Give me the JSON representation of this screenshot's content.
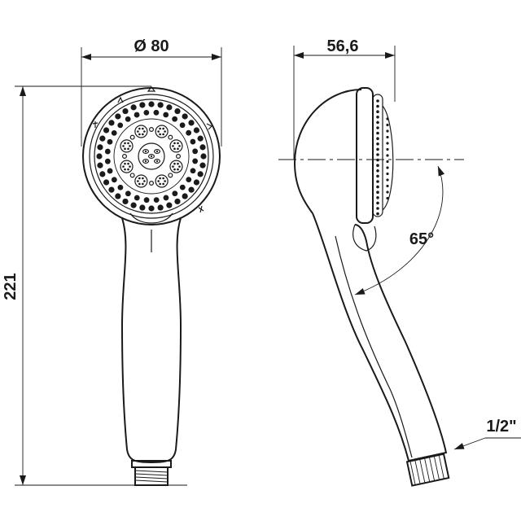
{
  "dimensions": {
    "diameter": "Ø 80",
    "depth": "56,6",
    "height": "221",
    "angle": "65°",
    "thread": "1/2\""
  }
}
